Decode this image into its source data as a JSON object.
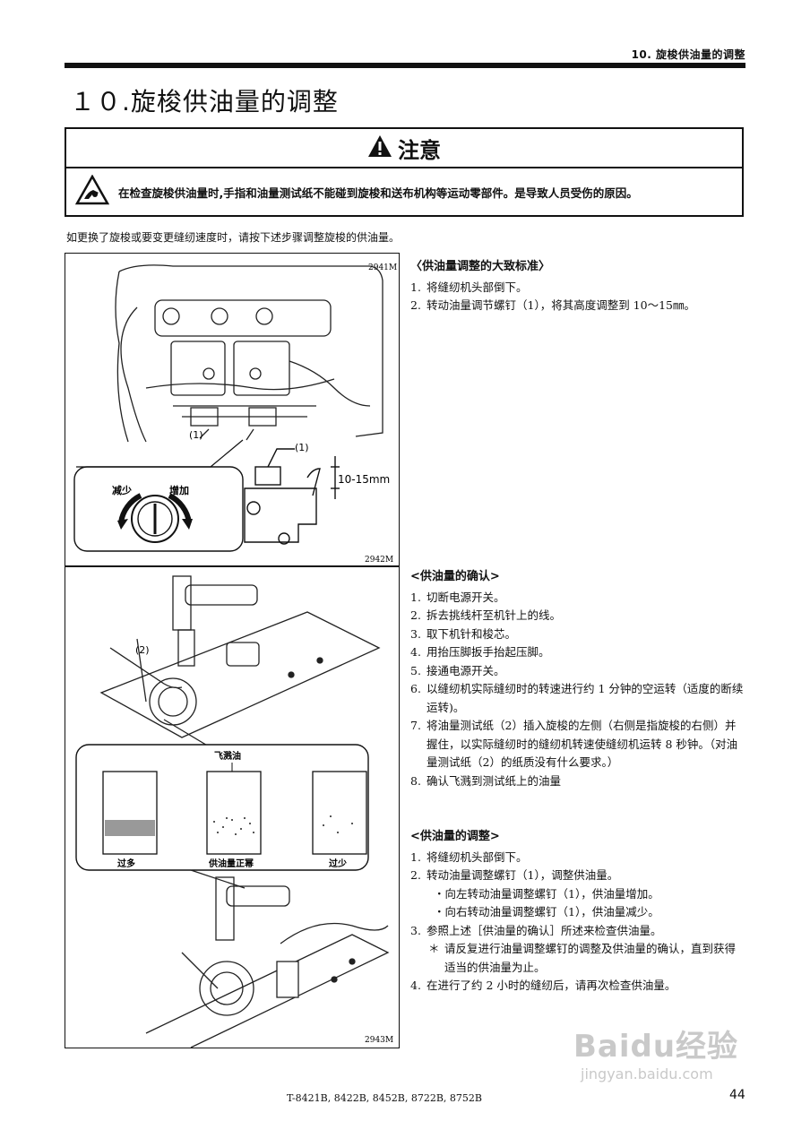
{
  "header": {
    "running_title": "10. 旋梭供油量的调整",
    "page_title": "１０.旋梭供油量的调整"
  },
  "caution": {
    "label": "注意",
    "text": "在检查旋梭供油量时,手指和油量测试纸不能碰到旋梭和送布机构等运动零部件。是导致人员受伤的原因。"
  },
  "intro": "如更换了旋梭或要变更缝纫速度时，请按下述步骤调整旋梭的供油量。",
  "figure1": {
    "code_top": "2941M",
    "code_bottom": "2942M",
    "callout_1a": "(1)",
    "callout_1b": "(1)",
    "dimension": "10-15mm",
    "decrease": "减少",
    "increase": "增加"
  },
  "figure2": {
    "callout_2": "(2)",
    "spray_label": "飞溅油",
    "samples": [
      "过多",
      "供油量正幂",
      "过少"
    ],
    "code": "2943M"
  },
  "section1": {
    "heading": "〈供油量调整的大致标准〉",
    "steps": [
      {
        "num": "1.",
        "text": "将缝纫机头部倒下。"
      },
      {
        "num": "2.",
        "text": "转动油量调节螺钉（1），将其高度调整到 10～15㎜。"
      }
    ]
  },
  "section2": {
    "heading": "<供油量的确认>",
    "steps": [
      {
        "num": "1.",
        "text": "切断电源开关。"
      },
      {
        "num": "2.",
        "text": "拆去挑线杆至机针上的线。"
      },
      {
        "num": "3.",
        "text": "取下机针和梭芯。"
      },
      {
        "num": "4.",
        "text": "用抬压脚扳手抬起压脚。"
      },
      {
        "num": "5.",
        "text": "接通电源开关。"
      },
      {
        "num": "6.",
        "text": "以缝纫机实际缝纫时的转速进行约 1 分钟的空运转（适度的断续运转)。"
      },
      {
        "num": "7.",
        "text": "将油量测试纸（2）插入旋梭的左侧（右侧是指旋梭的右侧）并握住，以实际缝纫时的缝纫机转速使缝纫机运转 8 秒钟。（对油量测试纸（2）的纸质没有什么要求。）"
      },
      {
        "num": "8.",
        "text": "确认飞溅到测试纸上的油量"
      }
    ]
  },
  "section3": {
    "heading": "<供油量的调整>",
    "step1": {
      "num": "1.",
      "text": "将缝纫机头部倒下。"
    },
    "step2": {
      "num": "2.",
      "text": "转动油量调整螺钉（1），调整供油量。"
    },
    "bullet1": "・向左转动油量调整螺钉（1），供油量增加。",
    "bullet2": "・向右转动油量调整螺钉（1），供油量减少。",
    "step3": {
      "num": "3.",
      "text": "参照上述［供油量的确认］所述来检查供油量。"
    },
    "note_mark": "＊",
    "note": "请反复进行油量调整螺钉的调整及供油量的确认，直到获得适当的供油量为止。",
    "step4": {
      "num": "4.",
      "text": "在进行了约 2 小时的缝纫后，请再次检查供油量。"
    }
  },
  "footer": {
    "models": "T-8421B, 8422B, 8452B, 8722B, 8752B",
    "page": "44"
  },
  "watermark": {
    "brand": "Baidu经验",
    "url": "jingyan.baidu.com"
  }
}
